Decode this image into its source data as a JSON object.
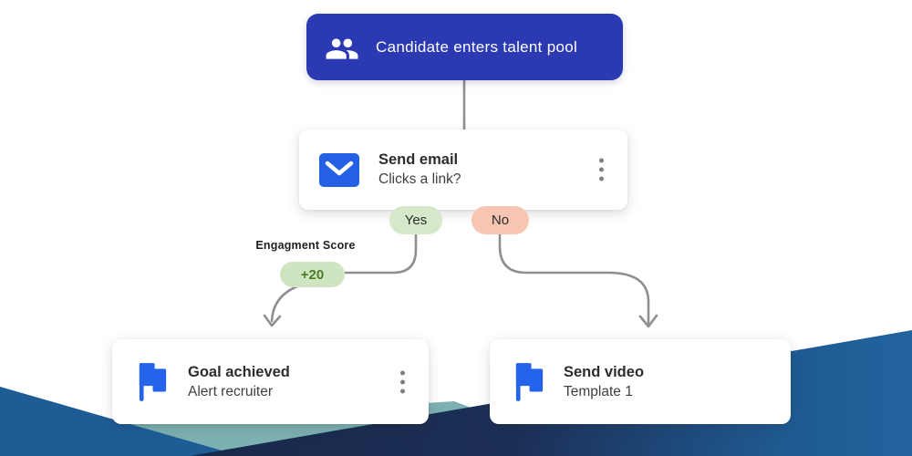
{
  "colors": {
    "indigo": "#2b3ab2",
    "icon-blue": "#2360e4",
    "flag-blue": "#2563eb",
    "yes-bg": "#d5e8c9",
    "no-bg": "#f7c6b3",
    "score-bg": "#cfe4c1",
    "score-text": "#4a7c26",
    "line-gray": "#8f8f8f",
    "teal": "#7cb0b2",
    "left-blue": "#1d5c95",
    "navy": "#182949",
    "steel-blue": "#22639d",
    "text-dark": "#2d2d2d",
    "text-sub": "#3f3f3f",
    "dot-gray": "#7f7f7f"
  },
  "nodes": {
    "talent_pool": {
      "label": "Candidate enters talent pool",
      "icon": "people-icon"
    },
    "send_email": {
      "title": "Send email",
      "subtitle": "Clicks a link?",
      "icon": "email-icon"
    },
    "goal": {
      "title": "Goal achieved",
      "subtitle": "Alert recruiter",
      "icon": "flag-icon"
    },
    "send_video": {
      "title": "Send video",
      "subtitle": "Template 1",
      "icon": "flag-icon"
    }
  },
  "branches": {
    "yes_label": "Yes",
    "no_label": "No"
  },
  "score": {
    "label": "Engagment Score",
    "value": "+20"
  }
}
